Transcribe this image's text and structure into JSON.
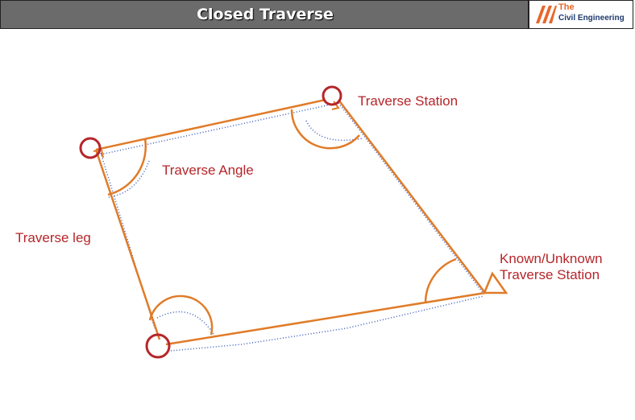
{
  "header": {
    "title": "Closed Traverse",
    "logo": {
      "line1": "The",
      "line2": "Civil Engineering"
    }
  },
  "diagram": {
    "labels": {
      "station": "Traverse Station",
      "angle": "Traverse Angle",
      "leg": "Traverse leg",
      "known_line1": "Known/Unknown",
      "known_line2": "Traverse Station"
    },
    "colors": {
      "leg": "#e07b28",
      "station_circle": "#b5262a",
      "dotted": "#3a5bbd",
      "label": "#b5262a",
      "header_bg": "#6b6b6b"
    }
  }
}
